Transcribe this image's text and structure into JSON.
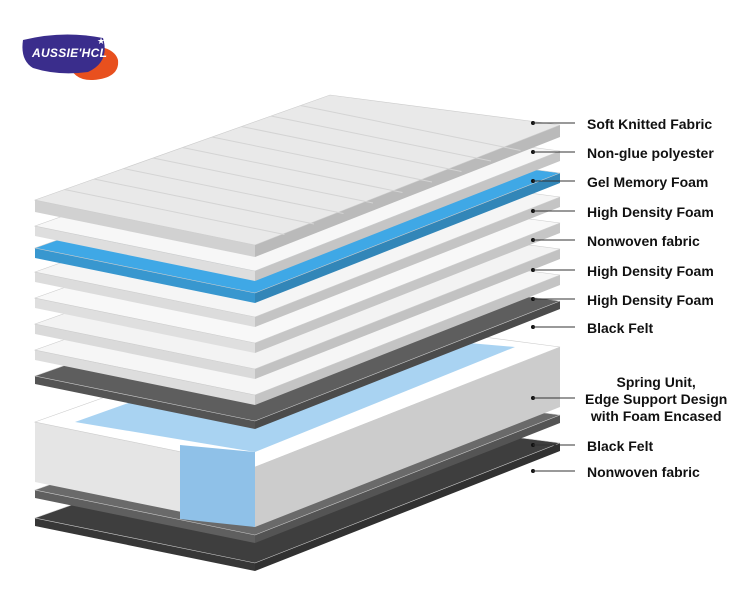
{
  "logo": {
    "text": "AUSSIE'HCL",
    "colors": {
      "purple": "#3a2d8c",
      "orange": "#e8501e"
    }
  },
  "layers": [
    {
      "label": "Soft Knitted Fabric",
      "color": "#e9e9e9"
    },
    {
      "label": "Non-glue polyester",
      "color": "#f7f7f7"
    },
    {
      "label": "Gel Memory Foam",
      "color": "#3fa8e6"
    },
    {
      "label": "High Density Foam",
      "color": "#f5f5f5"
    },
    {
      "label": "Nonwoven fabric",
      "color": "#f8f8f8"
    },
    {
      "label": "High Density Foam",
      "color": "#f3f3f3"
    },
    {
      "label": "High Density Foam",
      "color": "#f6f6f6"
    },
    {
      "label": "Black Felt",
      "color": "#5e5e5e"
    },
    {
      "label_lines": [
        "Spring Unit,",
        "Edge Support Design",
        "with Foam Encased"
      ],
      "color": "#ffffff"
    },
    {
      "label": "Black Felt",
      "color": "#6a6a6a"
    },
    {
      "label": "Nonwoven fabric",
      "color": "#3e3e3e"
    }
  ]
}
